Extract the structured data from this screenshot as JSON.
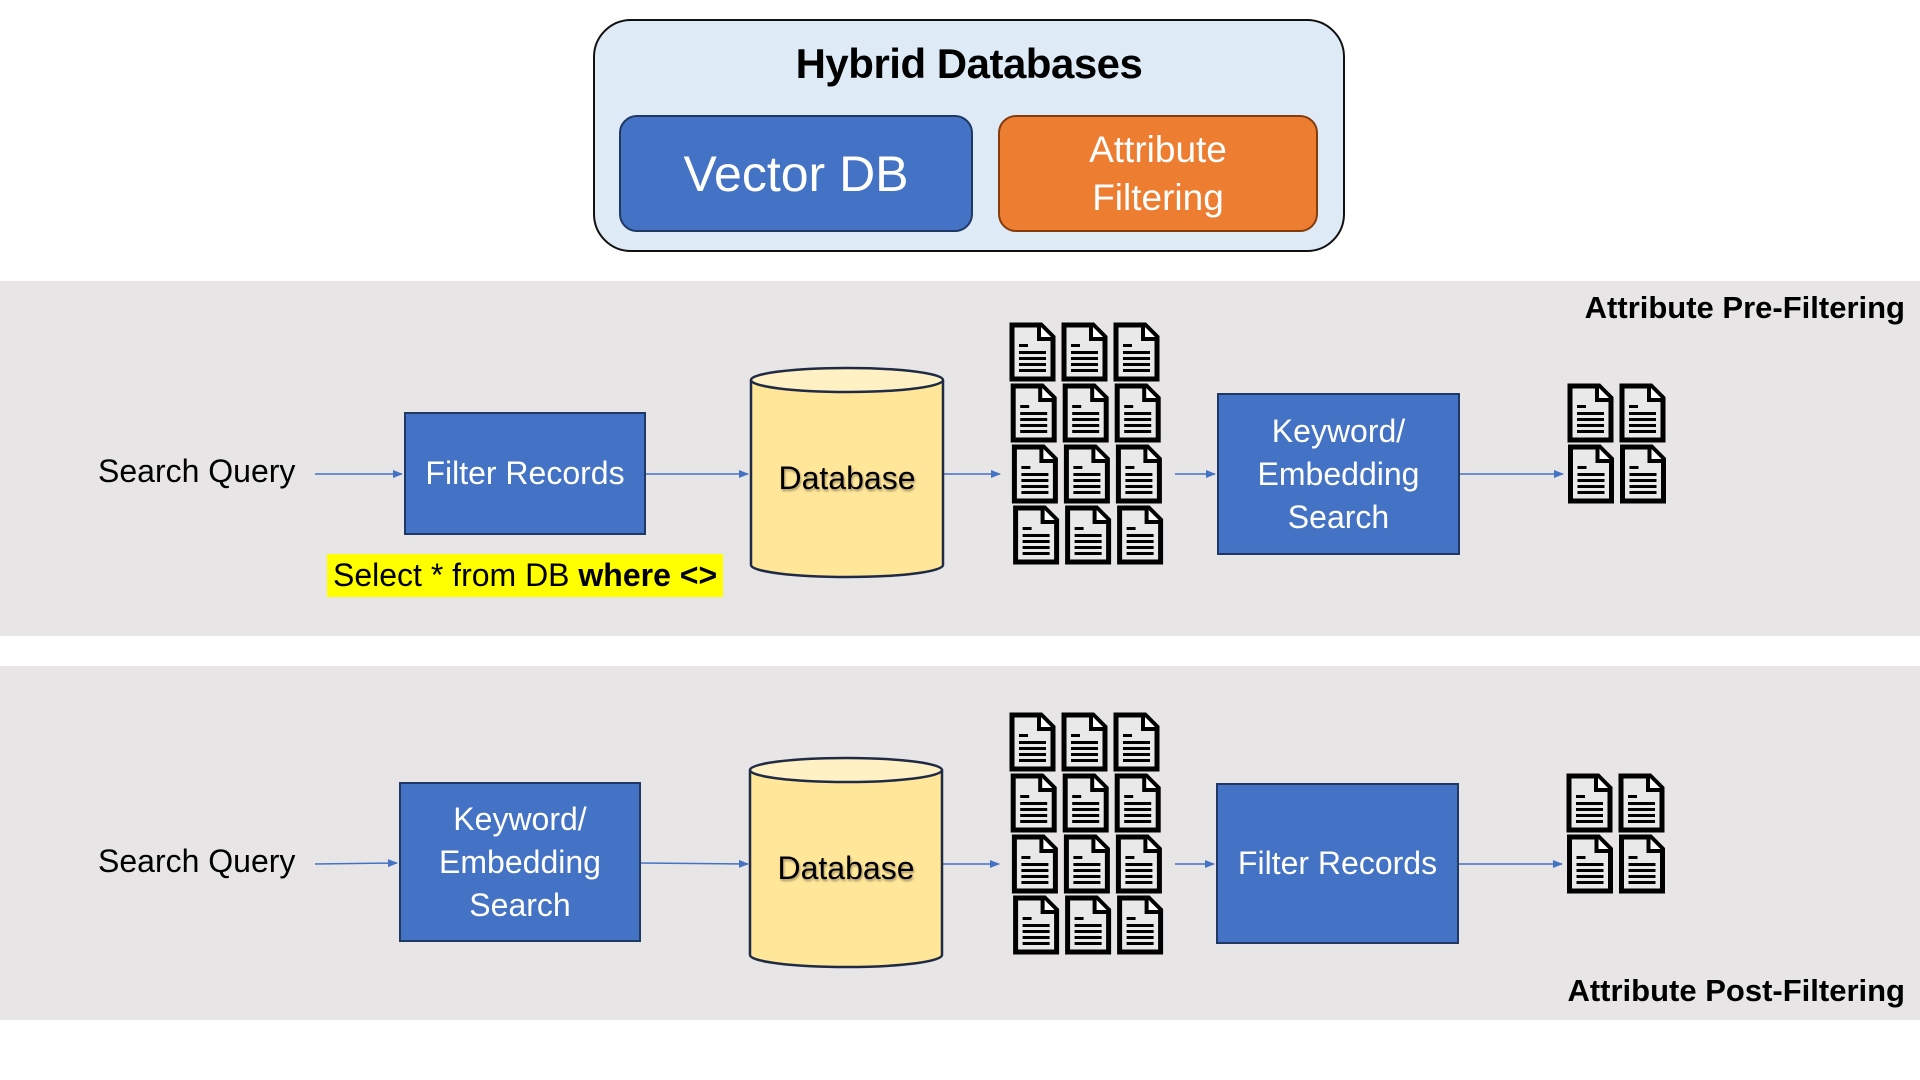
{
  "header": {
    "title": "Hybrid Databases",
    "components": [
      {
        "label": "Vector DB",
        "color": "#4472C4"
      },
      {
        "label_lines": [
          "Attribute",
          "Filtering"
        ],
        "color": "#ED7D31"
      }
    ]
  },
  "pre_filtering": {
    "section_label": "Attribute Pre-Filtering",
    "query_label": "Search Query",
    "step1": {
      "label": "Filter Records"
    },
    "sql": {
      "plain": "Select * from DB ",
      "bold": "where <>"
    },
    "database": {
      "label": "Database"
    },
    "intermediate_docs": {
      "rows": 4,
      "cols": 3
    },
    "step2": {
      "label_lines": [
        "Keyword/",
        "Embedding",
        "Search"
      ]
    },
    "result_docs": {
      "rows": 2,
      "cols": 2
    }
  },
  "post_filtering": {
    "section_label": "Attribute Post-Filtering",
    "query_label": "Search Query",
    "step1": {
      "label_lines": [
        "Keyword/",
        "Embedding",
        "Search"
      ]
    },
    "database": {
      "label": "Database"
    },
    "intermediate_docs": {
      "rows": 4,
      "cols": 3
    },
    "step2": {
      "label": "Filter Records"
    },
    "result_docs": {
      "rows": 2,
      "cols": 2
    }
  },
  "colors": {
    "blue_box": "#4472C4",
    "blue_border": "#1F3864",
    "orange_box": "#ED7D31",
    "database_fill": "#FFE699",
    "band_gray": "#E7E5E6",
    "panel_light_blue": "#DEEBF7",
    "highlight_yellow": "#FFFF00",
    "arrow": "#4472C4"
  }
}
